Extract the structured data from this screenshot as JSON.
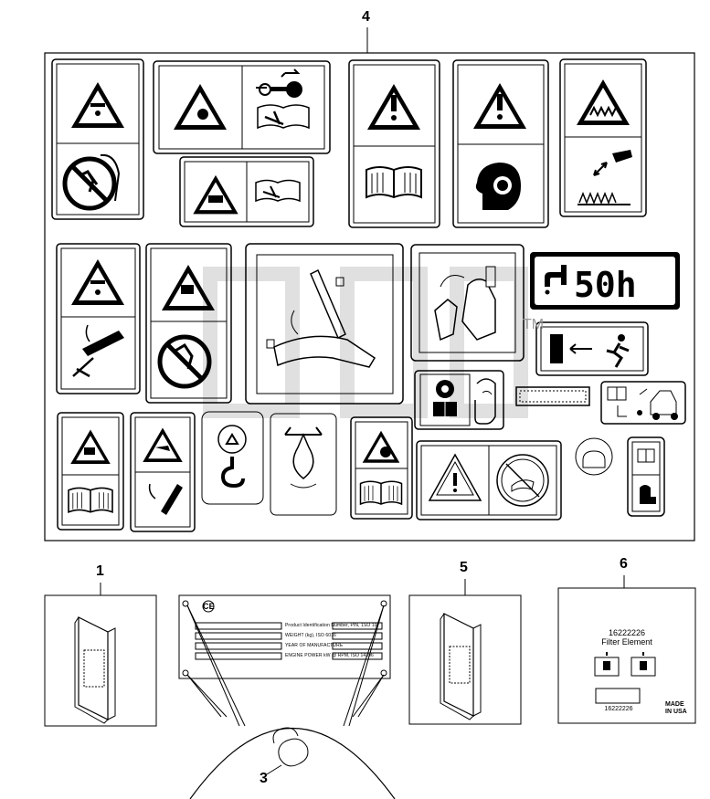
{
  "callouts": {
    "decal_set": "4",
    "manual_left": "1",
    "rivet": "3",
    "manual_right": "5",
    "filter_decal": "6"
  },
  "decals": {
    "lube_interval": "50h",
    "ce_mark": "CE",
    "trademark": "TM"
  },
  "id_plate": {
    "top_code": "",
    "lines": [
      "Product Identification Number, PIN, 1SO 10",
      "WEIGHT (kg), ISO 6016",
      "YEAR OF MANUFACTURE",
      "ENGINE POWER kW @ RPM, ISO 14396"
    ]
  },
  "filter_decal": {
    "part_number": "16222226",
    "title": "Filter Element",
    "origin": "MADE IN USA",
    "bottom_number": "16222226"
  }
}
